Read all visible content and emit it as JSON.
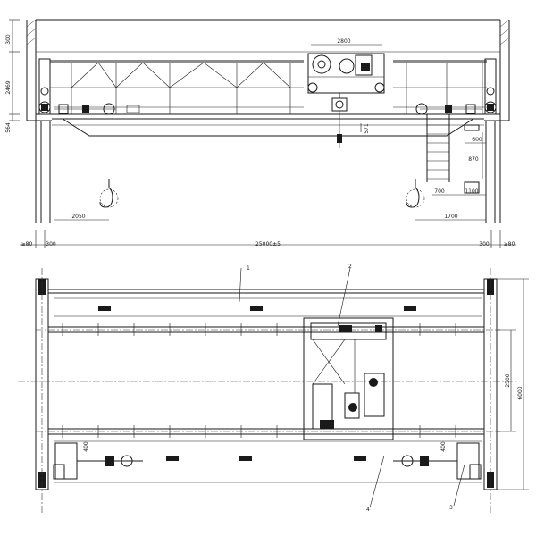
{
  "elevation": {
    "dimensions": {
      "upper_height": "300",
      "girder_height": "2469",
      "end_height": "564",
      "trolley_gauge": "2800",
      "hook_offset": "571",
      "ladder_width": "600",
      "ladder_height": "870",
      "ladder_offset_a": "700",
      "ladder_offset_b": "1100",
      "hook_approach_left": "2050",
      "hook_approach_right": "1700",
      "wall_left": "≥80",
      "rail_left": "300",
      "span": "25000±5",
      "rail_right": "300",
      "wall_right": "≥80"
    }
  },
  "plan": {
    "callouts": [
      "1",
      "2",
      "3",
      "4"
    ],
    "dimensions": {
      "trolley_track": "2500",
      "wheel_base": "6000",
      "wheel_left": "400",
      "wheel_right": "400"
    }
  }
}
